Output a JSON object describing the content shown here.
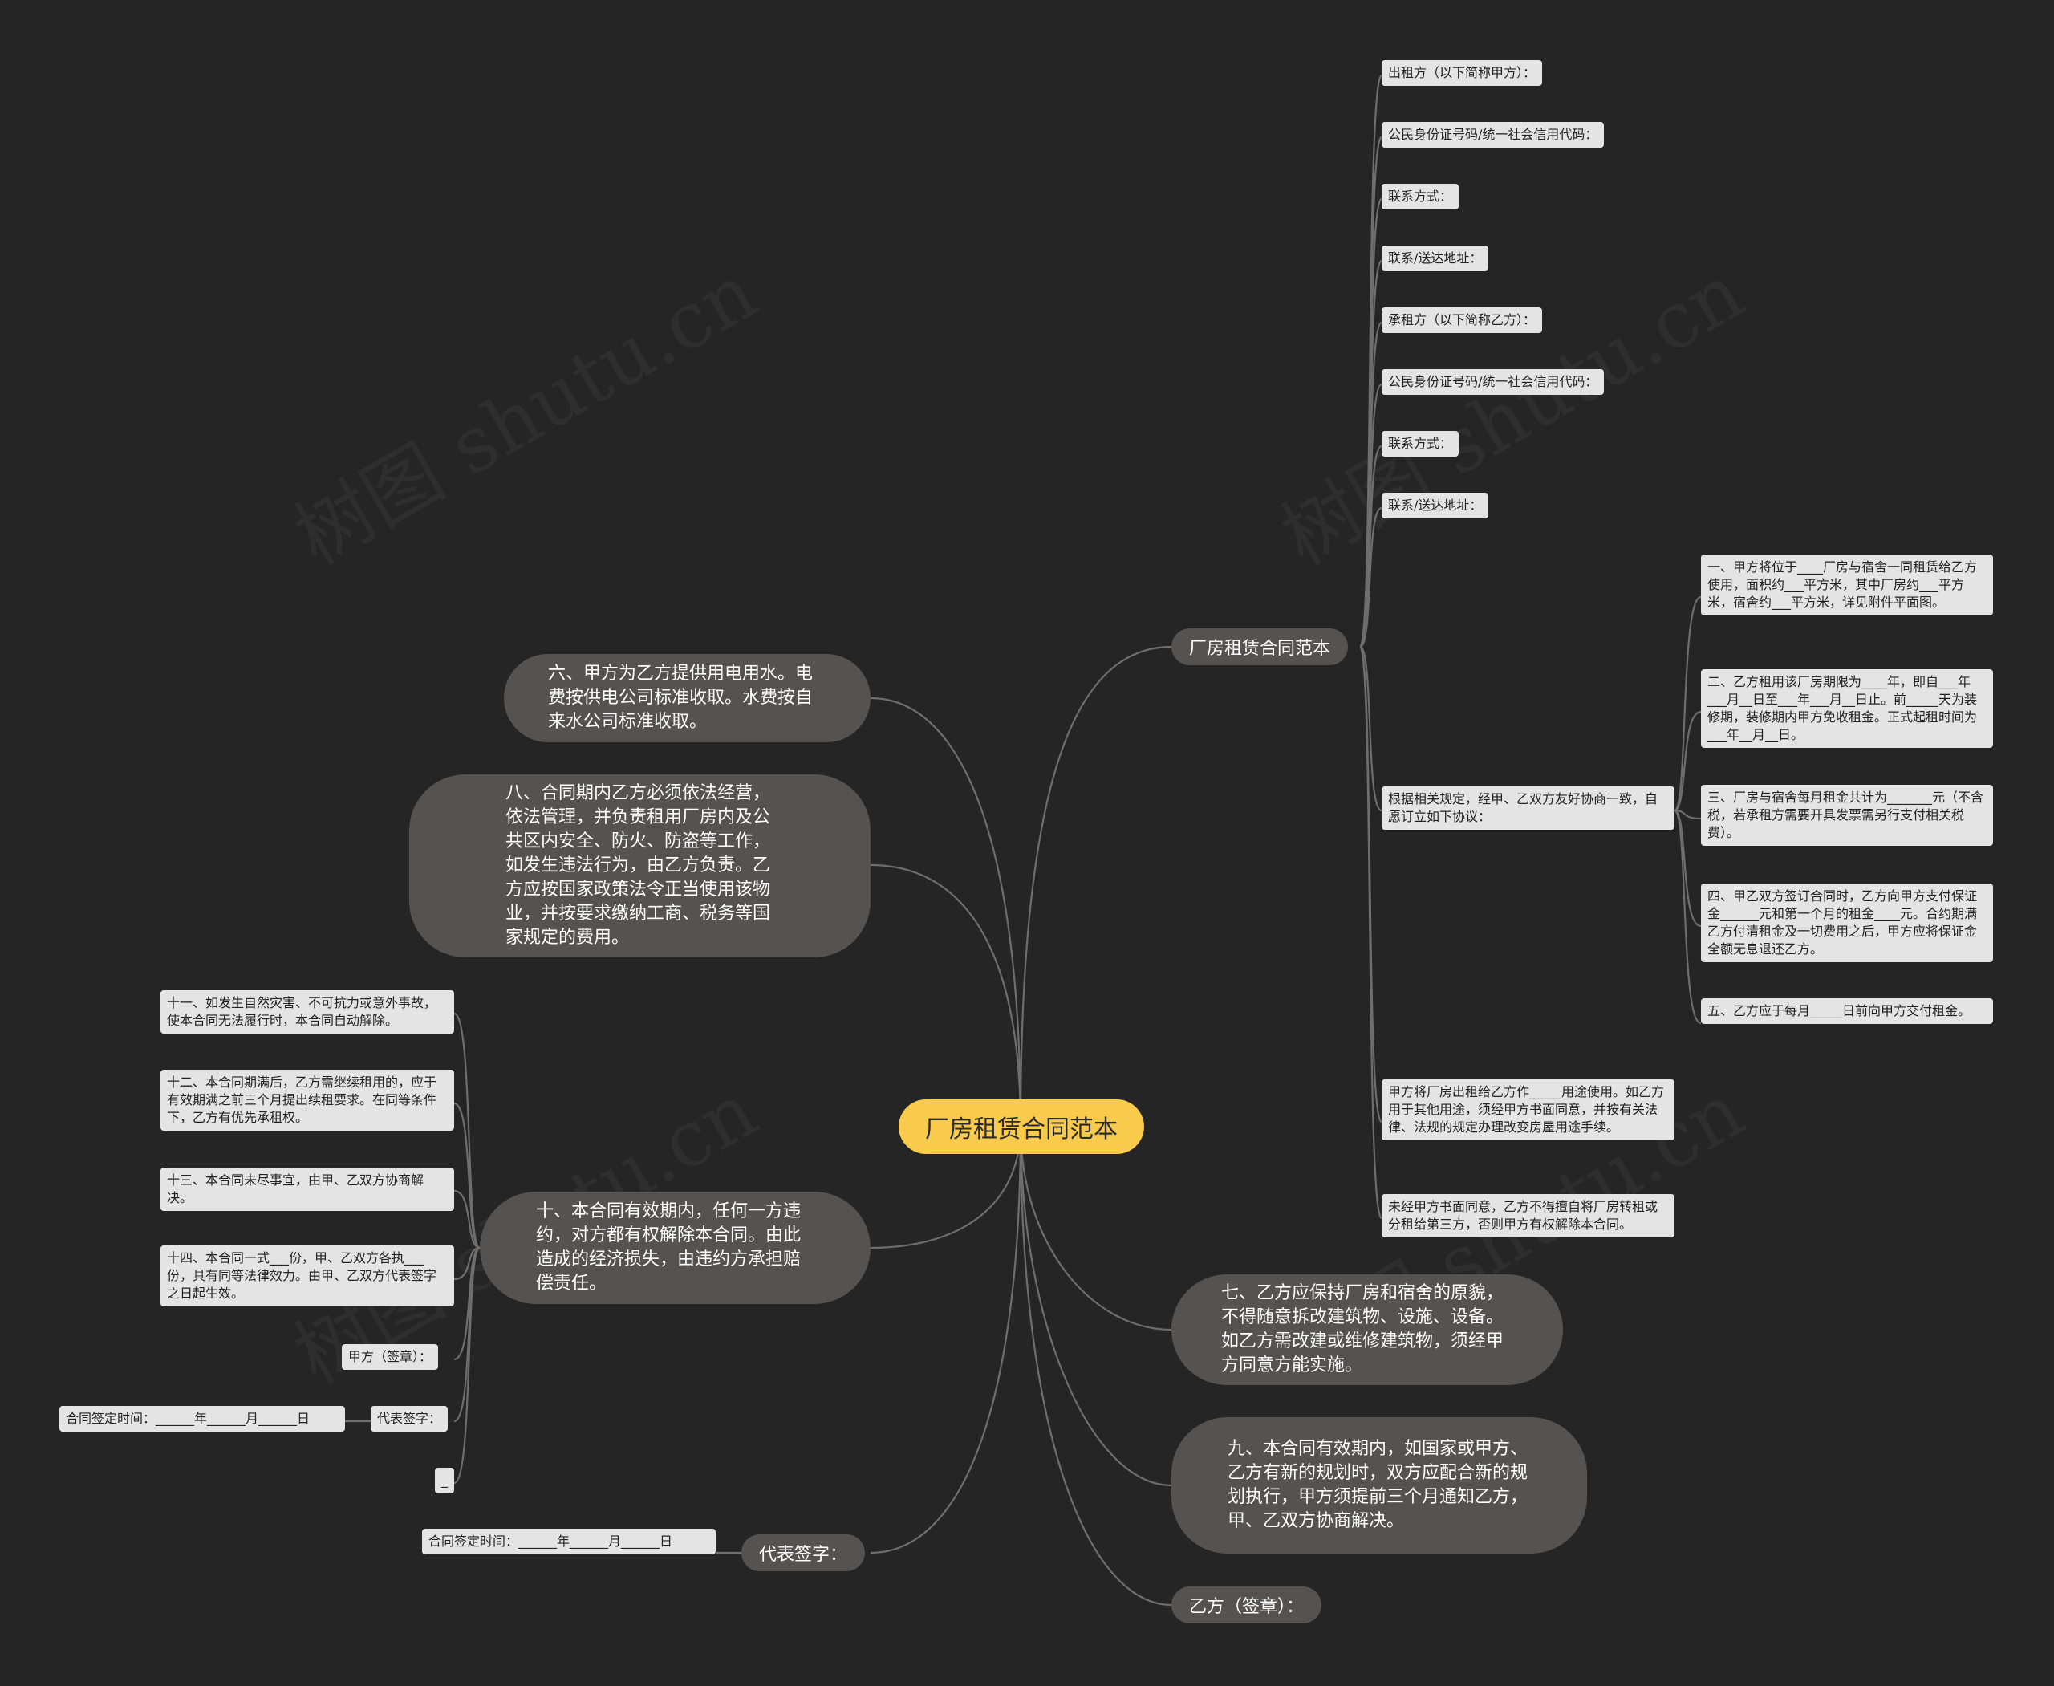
{
  "root": {
    "label": "厂房租赁合同范本"
  },
  "watermark_text": "树图 shutu.cn",
  "right": {
    "topic": {
      "label": "厂房租赁合同范本"
    },
    "parties": [
      "出租方（以下简称甲方）：",
      "公民身份证号码/统一社会信用代码：",
      "联系方式：",
      "联系/送达地址：",
      "承租方（以下简称乙方）：",
      "公民身份证号码/统一社会信用代码：",
      "联系方式：",
      "联系/送达地址："
    ],
    "agreement": {
      "label": "根据相关规定，经甲、乙双方友好协商一致，自愿订立如下协议：",
      "clauses": [
        "一、甲方将位于____厂房与宿舍一同租赁给乙方使用，面积约___平方米，其中厂房约___平方米，宿舍约___平方米，详见附件平面图。",
        "二、乙方租用该厂房期限为____年，即自___年___月__日至___年___月__日止。前_____天为装修期，装修期内甲方免收租金。正式起租时间为___年__月__日。",
        "三、厂房与宿舍每月租金共计为_______元（不含税，若承租方需要开具发票需另行支付相关税费）。",
        "四、甲乙双方签订合同时，乙方向甲方支付保证金______元和第一个月的租金____元。合约期满乙方付清租金及一切费用之后，甲方应将保证金全额无息退还乙方。",
        "五、乙方应于每月_____日前向甲方交付租金。"
      ]
    },
    "usage": "甲方将厂房出租给乙方作_____用途使用。如乙方用于其他用途，须经甲方书面同意，并按有关法律、法规的规定办理改变房屋用途手续。",
    "sublet": "未经甲方书面同意，乙方不得擅自将厂房转租或分租给第三方，否则甲方有权解除本合同。",
    "clause7": "七、乙方应保持厂房和宿舍的原貌，不得随意拆改建筑物、设施、设备。如乙方需改建或维修建筑物，须经甲方同意方能实施。",
    "clause9": "九、本合同有效期内，如国家或甲方、乙方有新的规划时，双方应配合新的规划执行，甲方须提前三个月通知乙方，甲、乙双方协商解决。",
    "party_b_sign": "乙方（签章）："
  },
  "left": {
    "clause6": "六、甲方为乙方提供用电用水。电费按供电公司标准收取。水费按自来水公司标准收取。",
    "clause8": "八、合同期内乙方必须依法经营，依法管理，并负责租用厂房内及公共区内安全、防火、防盗等工作，如发生违法行为，由乙方负责。乙方应按国家政策法令正当使用该物业，并按要求缴纳工商、税务等国家规定的费用。",
    "clause10": {
      "label": "十、本合同有效期内，任何一方违约，对方都有权解除本合同。由此造成的经济损失，由违约方承担赔偿责任。",
      "children": [
        "十一、如发生自然灾害、不可抗力或意外事故，使本合同无法履行时，本合同自动解除。",
        "十二、本合同期满后，乙方需继续租用的，应于有效期满之前三个月提出续租要求。在同等条件下，乙方有优先承租权。",
        "十三、本合同未尽事宜，由甲、乙双方协商解决。",
        "十四、本合同一式___份，甲、乙双方各执___份，具有同等法律效力。由甲、乙双方代表签字之日起生效。",
        "甲方（签章）：",
        "代表签字：",
        "_"
      ],
      "date_line": "合同签定时间：______年______月______日"
    },
    "rep_sign": {
      "label": "代表签字：",
      "date_line": "合同签定时间：______年______月______日"
    }
  }
}
